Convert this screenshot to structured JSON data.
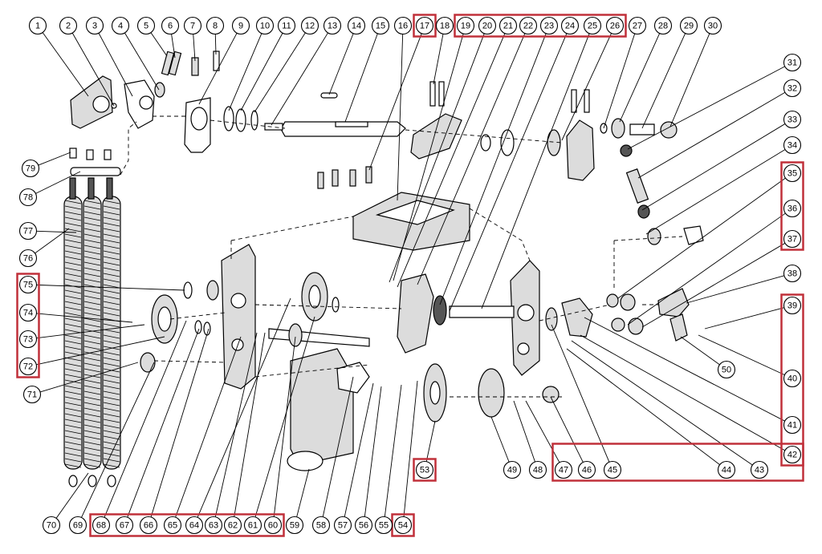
{
  "colors": {
    "line": "#000000",
    "highlight": "#c0303a",
    "background": "#ffffff"
  },
  "callouts": [
    {
      "n": "1"
    },
    {
      "n": "2"
    },
    {
      "n": "3"
    },
    {
      "n": "4"
    },
    {
      "n": "5"
    },
    {
      "n": "6"
    },
    {
      "n": "7"
    },
    {
      "n": "8"
    },
    {
      "n": "9"
    },
    {
      "n": "10"
    },
    {
      "n": "11"
    },
    {
      "n": "12"
    },
    {
      "n": "13"
    },
    {
      "n": "14"
    },
    {
      "n": "15"
    },
    {
      "n": "16"
    },
    {
      "n": "17"
    },
    {
      "n": "18"
    },
    {
      "n": "19"
    },
    {
      "n": "20"
    },
    {
      "n": "21"
    },
    {
      "n": "22"
    },
    {
      "n": "23"
    },
    {
      "n": "24"
    },
    {
      "n": "25"
    },
    {
      "n": "26"
    },
    {
      "n": "27"
    },
    {
      "n": "28"
    },
    {
      "n": "29"
    },
    {
      "n": "30"
    },
    {
      "n": "31"
    },
    {
      "n": "32"
    },
    {
      "n": "33"
    },
    {
      "n": "34"
    },
    {
      "n": "35"
    },
    {
      "n": "36"
    },
    {
      "n": "37"
    },
    {
      "n": "38"
    },
    {
      "n": "39"
    },
    {
      "n": "40"
    },
    {
      "n": "41"
    },
    {
      "n": "42"
    },
    {
      "n": "43"
    },
    {
      "n": "44"
    },
    {
      "n": "45"
    },
    {
      "n": "46"
    },
    {
      "n": "47"
    },
    {
      "n": "48"
    },
    {
      "n": "49"
    },
    {
      "n": "50"
    },
    {
      "n": "53"
    },
    {
      "n": "54"
    },
    {
      "n": "55"
    },
    {
      "n": "56"
    },
    {
      "n": "57"
    },
    {
      "n": "58"
    },
    {
      "n": "59"
    },
    {
      "n": "60"
    },
    {
      "n": "61"
    },
    {
      "n": "62"
    },
    {
      "n": "63"
    },
    {
      "n": "64"
    },
    {
      "n": "65"
    },
    {
      "n": "66"
    },
    {
      "n": "67"
    },
    {
      "n": "68"
    },
    {
      "n": "69"
    },
    {
      "n": "70"
    },
    {
      "n": "71"
    },
    {
      "n": "72"
    },
    {
      "n": "73"
    },
    {
      "n": "74"
    },
    {
      "n": "75"
    },
    {
      "n": "76"
    },
    {
      "n": "77"
    },
    {
      "n": "78"
    },
    {
      "n": "79"
    }
  ],
  "highlighted_groups": [
    {
      "members": [
        "17"
      ]
    },
    {
      "members": [
        "19",
        "20",
        "21",
        "22",
        "23",
        "24",
        "25",
        "26"
      ]
    },
    {
      "members": [
        "35",
        "36",
        "37"
      ]
    },
    {
      "members": [
        "39",
        "40",
        "41",
        "42"
      ]
    },
    {
      "members": [
        "72",
        "73",
        "74",
        "75"
      ]
    },
    {
      "members": [
        "53"
      ]
    },
    {
      "members": [
        "54"
      ]
    },
    {
      "members": [
        "60",
        "61",
        "62",
        "63",
        "64",
        "65",
        "66",
        "67",
        "68"
      ]
    },
    {
      "members": [
        "42",
        "43",
        "44",
        "45",
        "46",
        "47"
      ]
    }
  ]
}
